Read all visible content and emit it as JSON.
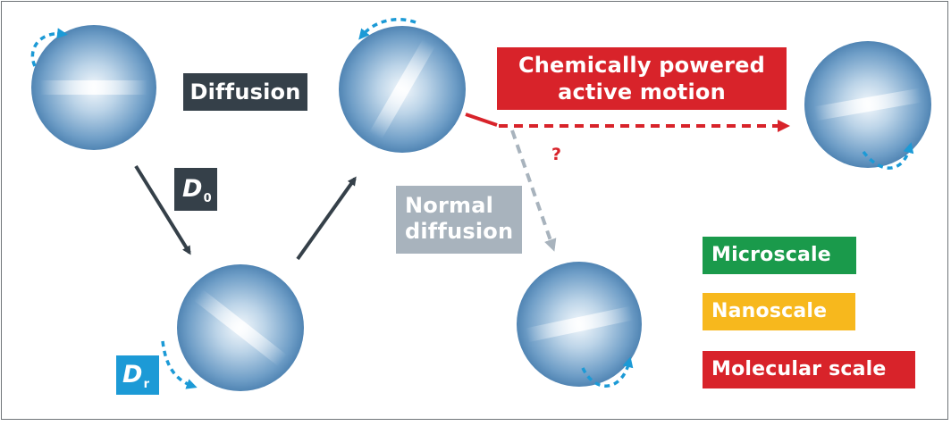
{
  "labels": {
    "diffusion": "Diffusion",
    "d0_symbol": "D",
    "d0_subscript": "0",
    "dr_symbol": "D",
    "dr_subscript": "r",
    "chemically_powered": "Chemically powered active motion",
    "normal_diffusion": "Normal diffusion",
    "question_mark": "?"
  },
  "legend": [
    {
      "label": "Microscale",
      "color": "#1a9a4b"
    },
    {
      "label": "Nanoscale",
      "color": "#f7b81d"
    },
    {
      "label": "Molecular scale",
      "color": "#d8232a"
    }
  ],
  "colors": {
    "dark_label": "#354049",
    "rotation_arrow": "#1c9ad6",
    "active_motion": "#d8232a",
    "normal_diffusion": "#a8b3bd",
    "sphere_base": "#5b8fbd"
  }
}
